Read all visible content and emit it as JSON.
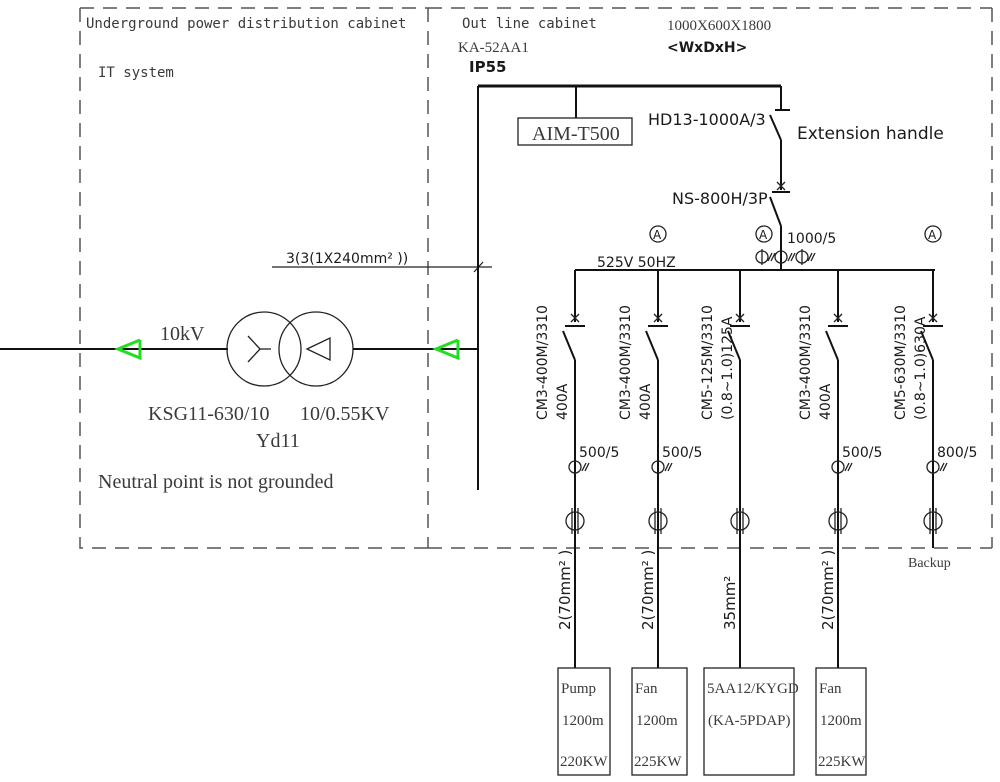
{
  "left_cabinet": {
    "title": "Underground power distribution cabinet",
    "system": "IT system"
  },
  "right_cabinet": {
    "title": "Out line cabinet",
    "code": "KA-52AA1",
    "protection": "IP55",
    "dimensions": "1000X600X1800",
    "dimensions_unit": "<WxDxH>"
  },
  "incoming": {
    "voltage": "10kV",
    "cable": "3(3(1X240mm² ))"
  },
  "transformer": {
    "model": "KSG11-630/10",
    "ratio": "10/0.55KV",
    "vector_group": "Yd11",
    "note": "Neutral point is not grounded"
  },
  "main": {
    "meter": "AIM-T500",
    "isolator": "HD13-1000A/3",
    "isolator_note": "Extension handle",
    "breaker": "NS-800H/3P",
    "ct_ratio": "1000/5",
    "ammeter": "A",
    "bus_label": "525V 50HZ"
  },
  "feeders": [
    {
      "breaker": "CM3-400M/3310",
      "rating": "400A",
      "ct": "500/5",
      "cable": "2(70mm² )",
      "load": {
        "name": "Pump",
        "length": "1200m",
        "power": "220KW"
      }
    },
    {
      "breaker": "CM3-400M/3310",
      "rating": "400A",
      "ct": "500/5",
      "cable": "2(70mm² )",
      "load": {
        "name": "Fan",
        "length": "1200m",
        "power": "225KW"
      }
    },
    {
      "breaker": "CM5-125M/3310",
      "rating": "(0.8~1.0)125A",
      "ct": "",
      "cable": "35mm²",
      "load": {
        "name": "5AA12/KYGD",
        "length": "(KA-5PDAP)",
        "power": ""
      }
    },
    {
      "breaker": "CM3-400M/3310",
      "rating": "400A",
      "ct": "500/5",
      "cable": "2(70mm² )",
      "load": {
        "name": "Fan",
        "length": "1200m",
        "power": "225KW"
      }
    },
    {
      "breaker": "CM5-630M/3310",
      "rating": "(0.8~1.0)630A",
      "ct": "800/5",
      "cable": "",
      "load": null
    }
  ],
  "backup_label": "Backup",
  "colors": {
    "line": "#111111",
    "cabinet_border": "#555555",
    "terminal_marker": "#22dd22"
  }
}
